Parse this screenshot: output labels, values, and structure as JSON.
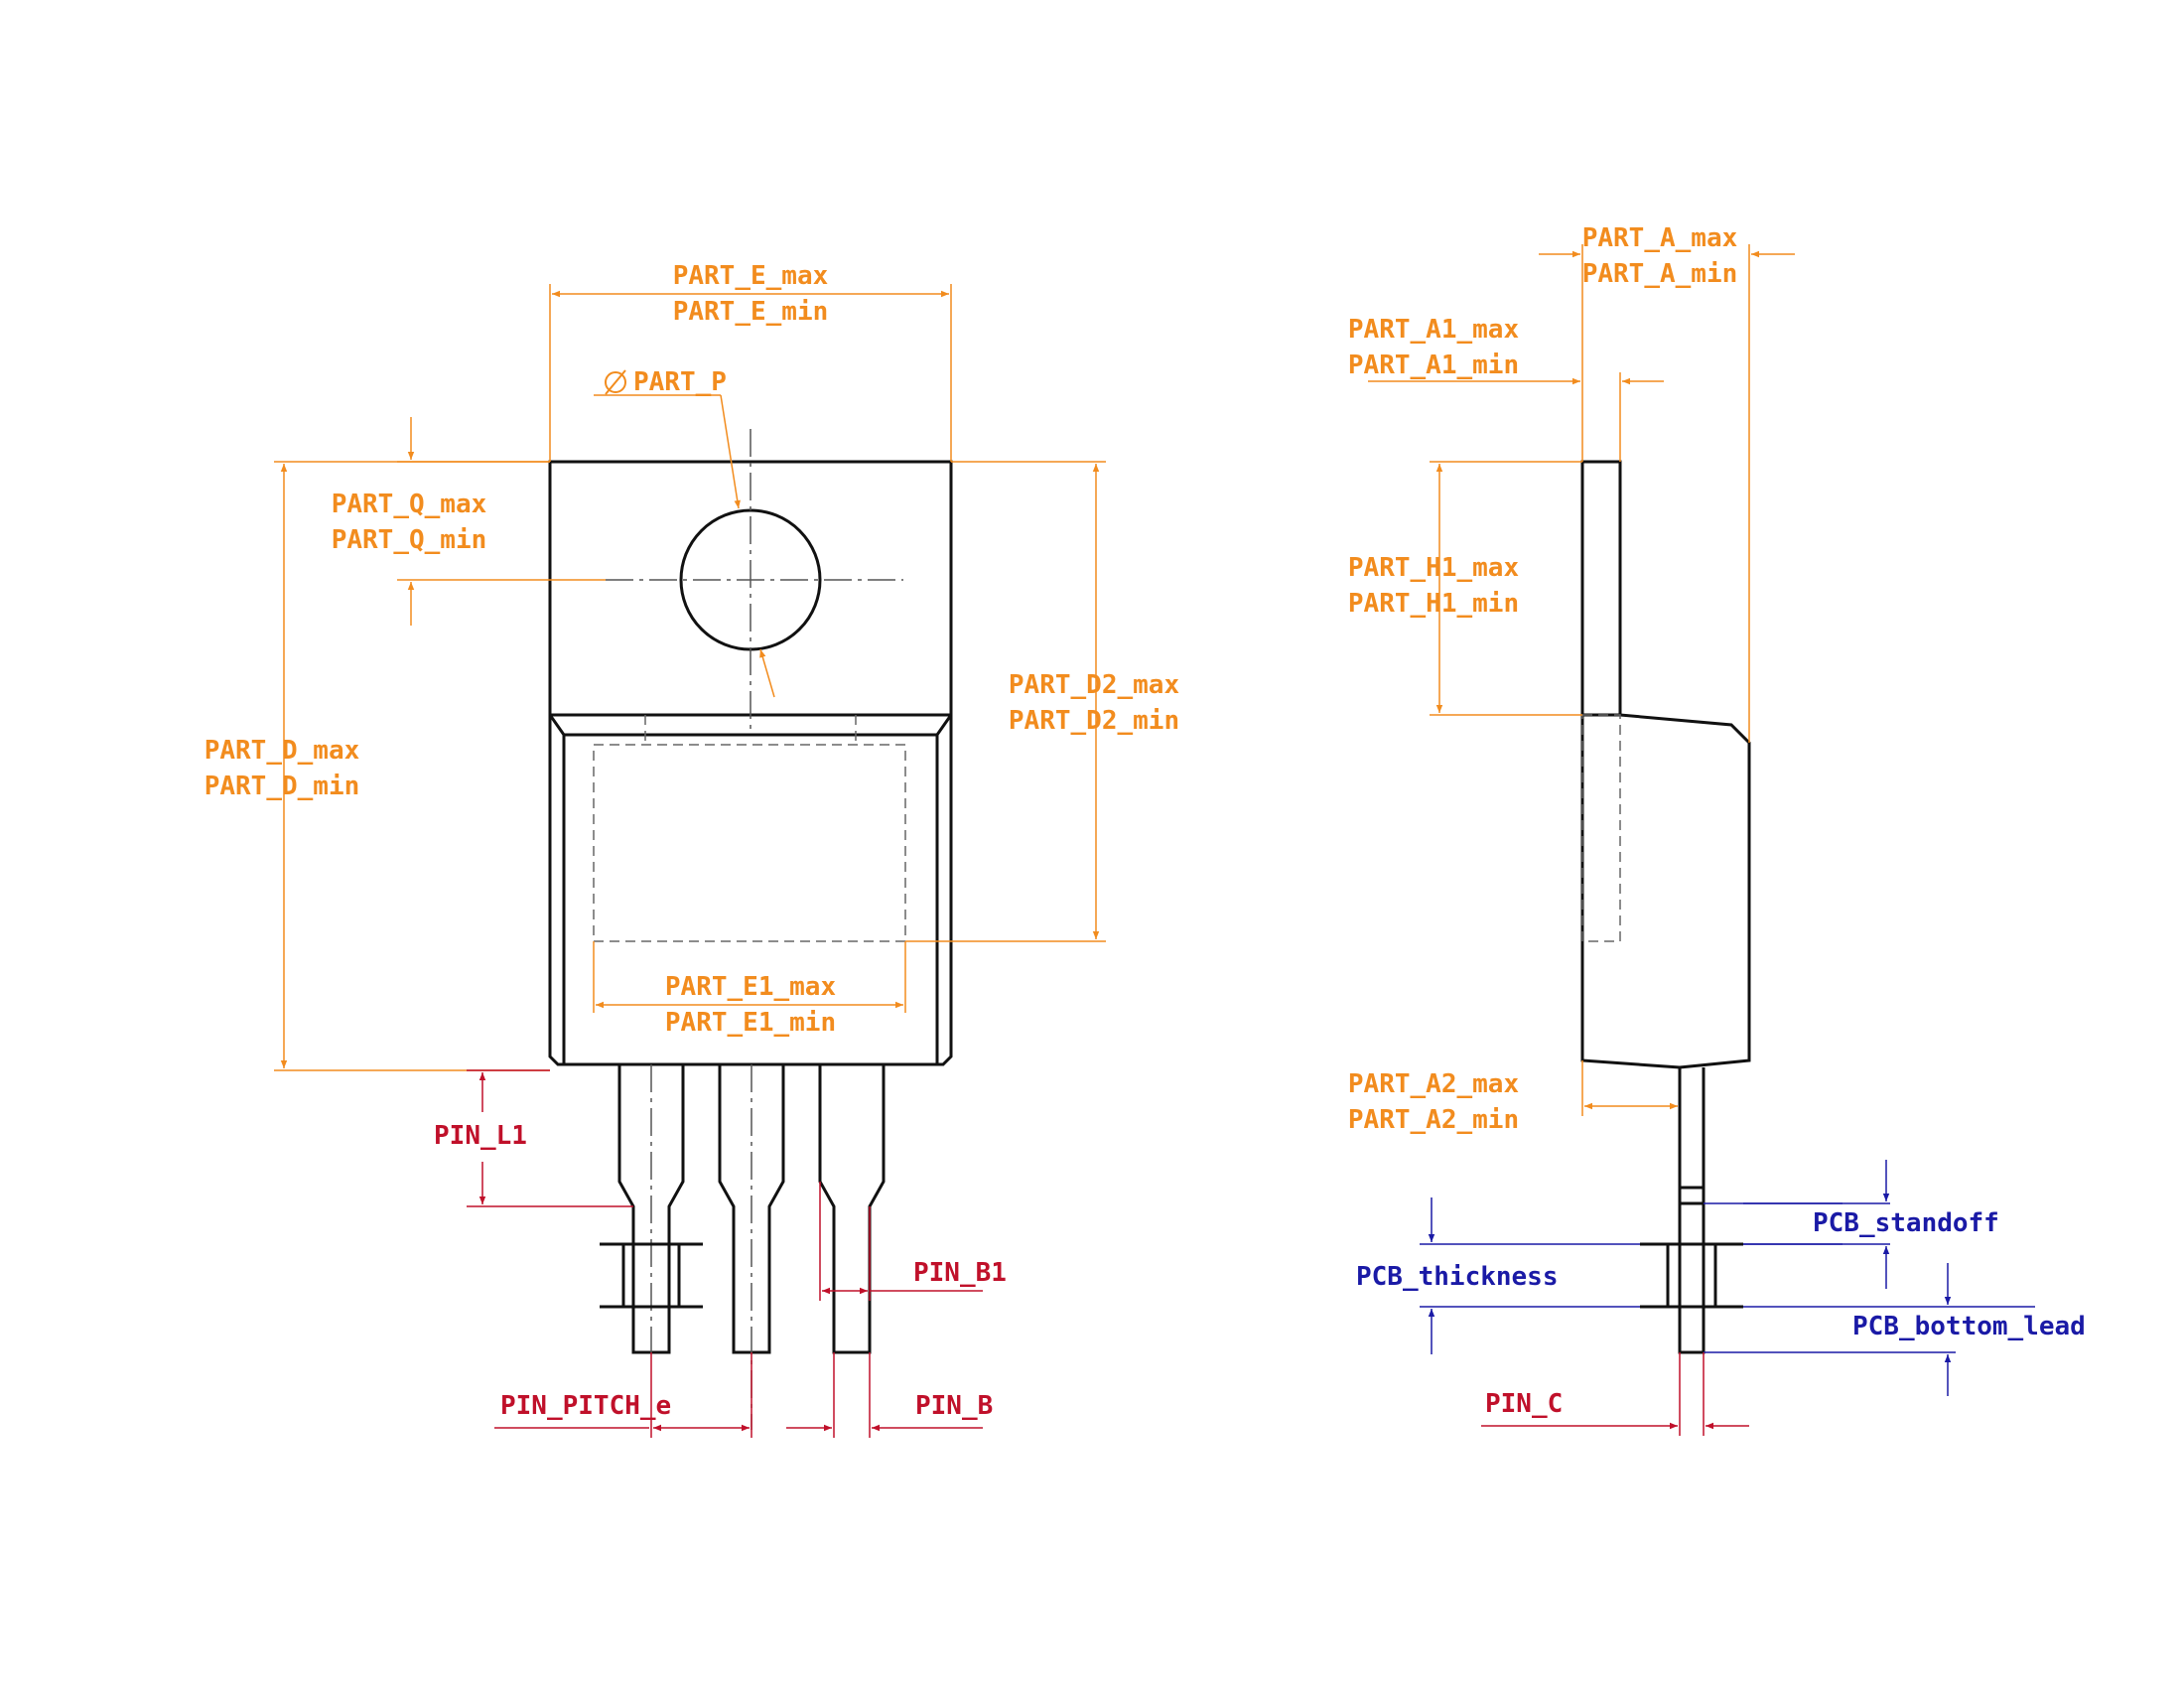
{
  "colors": {
    "part": "#f28c1e",
    "pin": "#c0102a",
    "pcb": "#1a1aa6",
    "outline": "#111111"
  },
  "labels": {
    "part_e_max": "PART_E_max",
    "part_e_min": "PART_E_min",
    "part_p": "PART_P",
    "part_q_max": "PART_Q_max",
    "part_q_min": "PART_Q_min",
    "part_d_max": "PART_D_max",
    "part_d_min": "PART_D_min",
    "part_d2_max": "PART_D2_max",
    "part_d2_min": "PART_D2_min",
    "part_e1_max": "PART_E1_max",
    "part_e1_min": "PART_E1_min",
    "pin_l1": "PIN_L1",
    "pin_b1": "PIN_B1",
    "pin_pitch_e": "PIN_PITCH_e",
    "pin_b": "PIN_B",
    "part_a_max": "PART_A_max",
    "part_a_min": "PART_A_min",
    "part_a1_max": "PART_A1_max",
    "part_a1_min": "PART_A1_min",
    "part_h1_max": "PART_H1_max",
    "part_h1_min": "PART_H1_min",
    "part_a2_max": "PART_A2_max",
    "part_a2_min": "PART_A2_min",
    "pcb_standoff": "PCB_standoff",
    "pcb_thickness": "PCB_thickness",
    "pcb_bottom_lead": "PCB_bottom_lead",
    "pin_c": "PIN_C"
  }
}
